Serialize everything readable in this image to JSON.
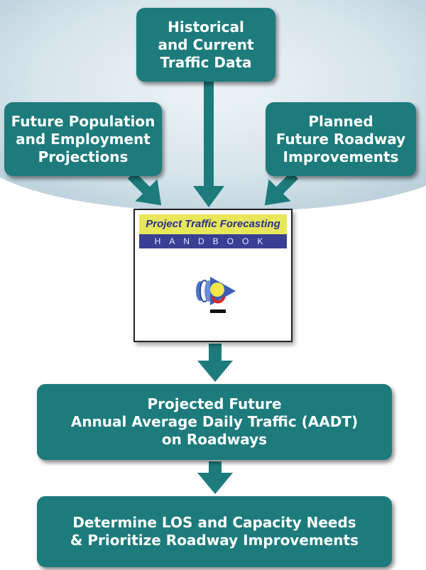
{
  "colors": {
    "box_fill": "#1d7b7c",
    "box_text": "#ffffff",
    "arrow": "#1d7b7c",
    "background_arc": "#d8e6ec"
  },
  "inputs": {
    "historical": [
      "Historical",
      "and Current",
      "Traffic Data"
    ],
    "population": [
      "Future Population",
      "and Employment",
      "Projections"
    ],
    "planned": [
      "Planned",
      "Future Roadway",
      "Improvements"
    ]
  },
  "handbook": {
    "title": "Project Traffic Forecasting",
    "subtitle": "HANDBOOK",
    "logo_icon": "traffic-forecasting-logo-icon"
  },
  "outputs": {
    "aadt": [
      "Projected Future",
      "Annual Average Daily Traffic (AADT)",
      "on Roadways"
    ],
    "los": [
      "Determine LOS and Capacity Needs",
      "& Prioritize Roadway Improvements"
    ]
  }
}
